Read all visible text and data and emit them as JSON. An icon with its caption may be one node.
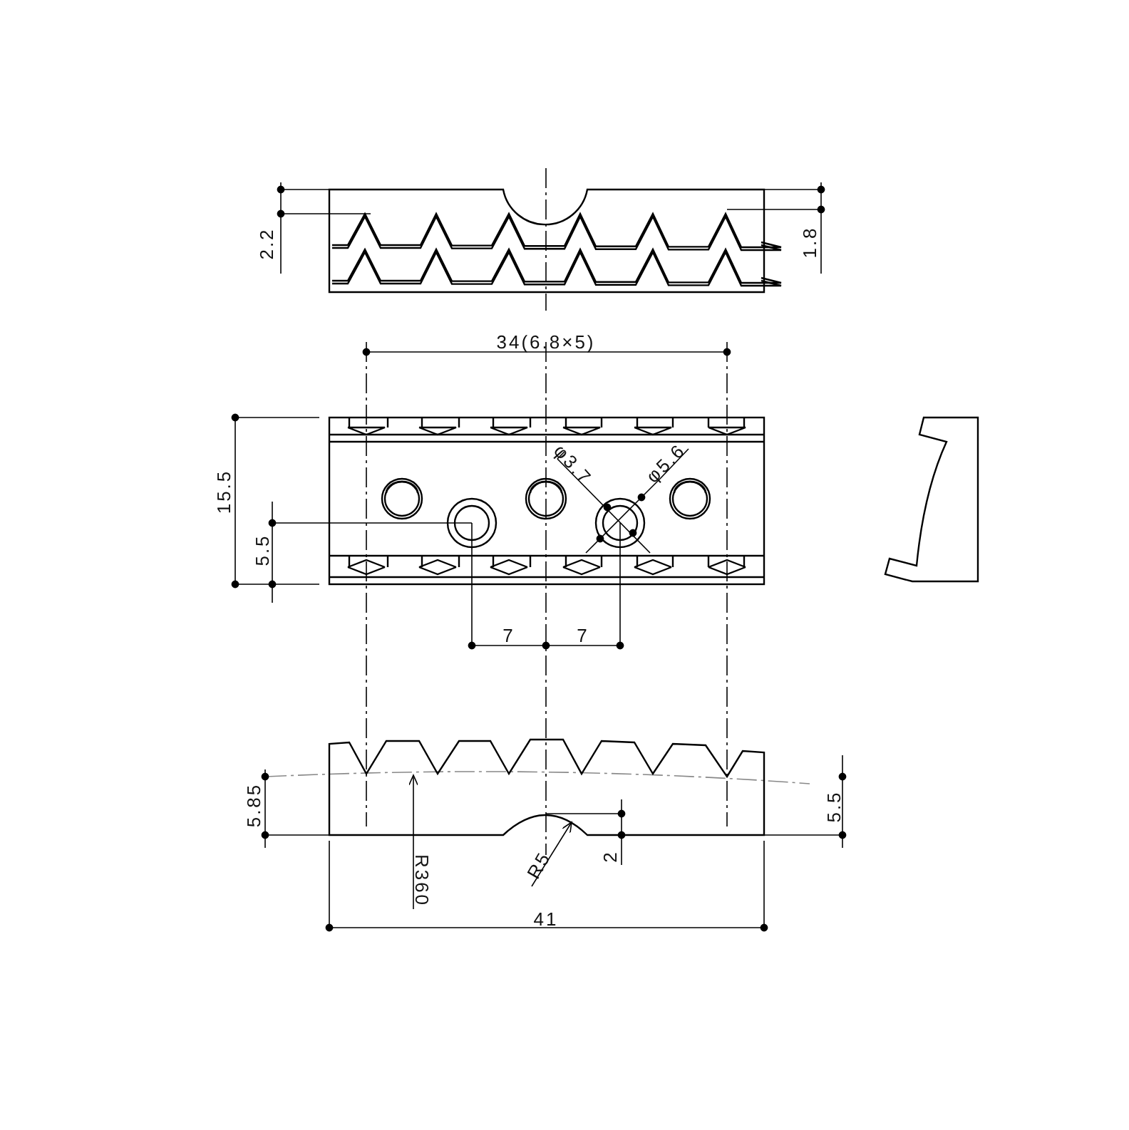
{
  "diagram": {
    "labels": [
      "2.2",
      "1.8",
      "34(6.8×5)",
      "φ3.7",
      "φ5.6",
      "15.5",
      "5.5",
      "7",
      "7",
      "5.85",
      "5.5",
      "R360",
      "R5",
      "2",
      "41"
    ]
  }
}
